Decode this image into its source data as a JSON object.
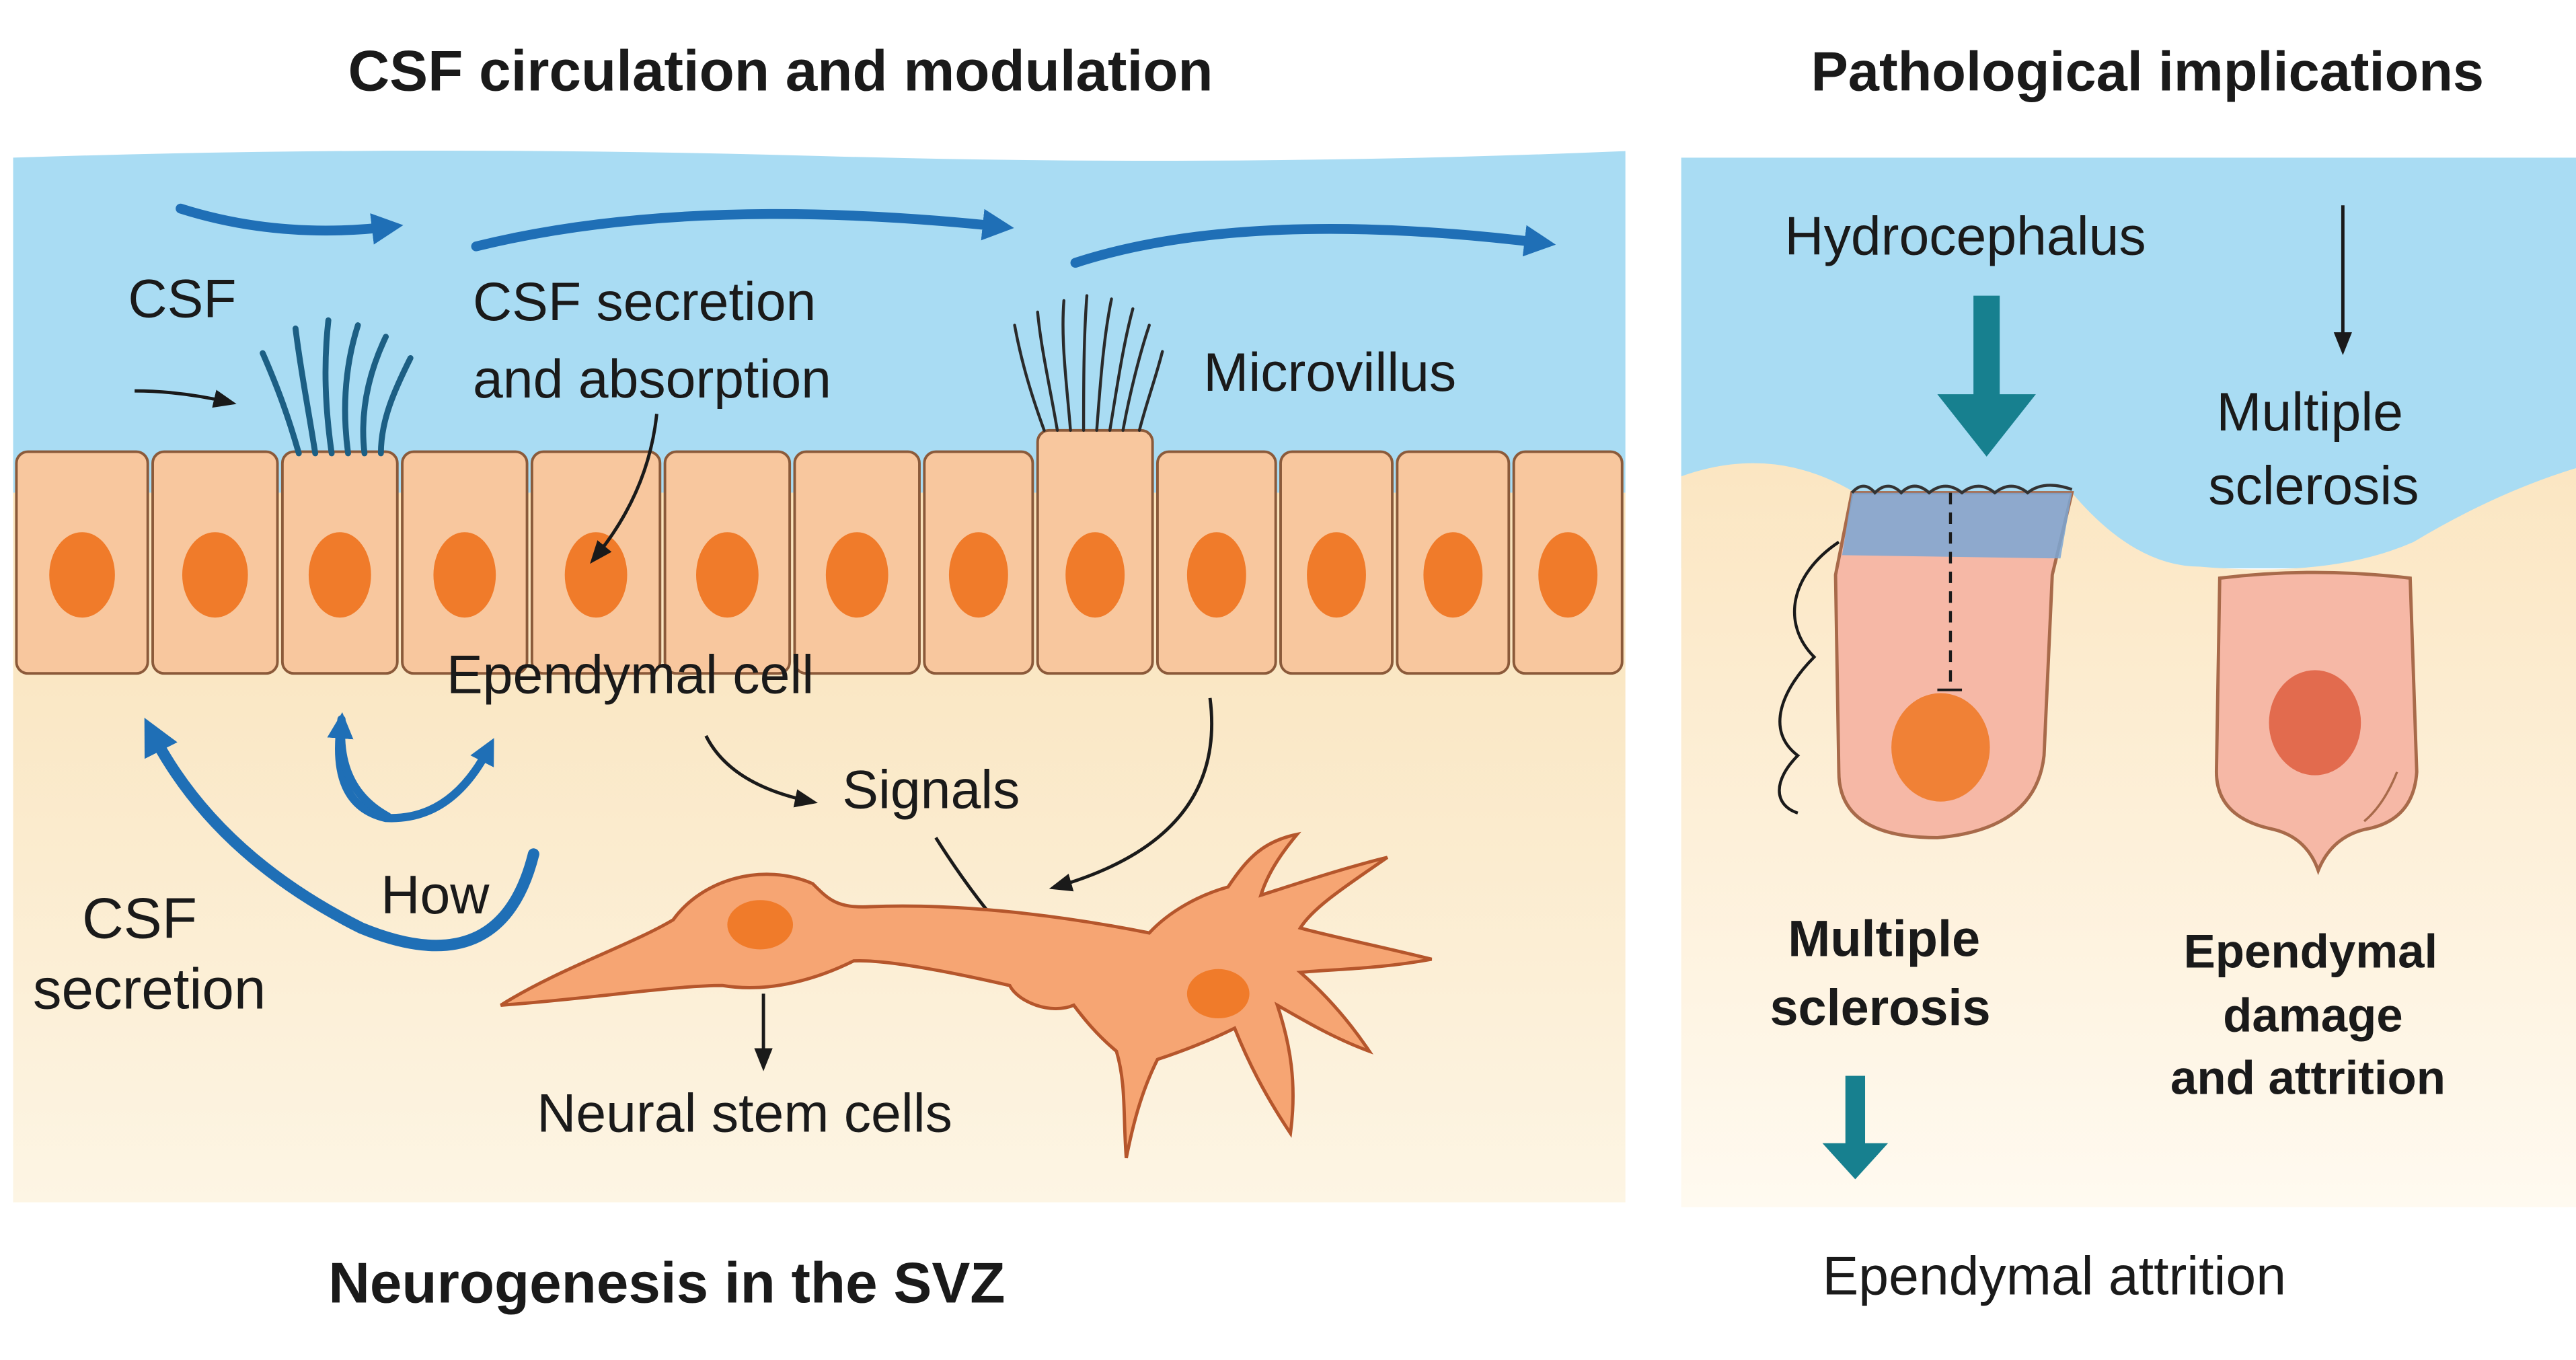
{
  "left_panel": {
    "top_title": "CSF circulation and modulation",
    "bottom_title": "Neurogenesis in the SVZ",
    "labels": {
      "csf": "CSF",
      "secretion_line1": "CSF secretion",
      "secretion_line2": "and absorption",
      "microvillus": "Microvillus",
      "ependymal_cell": "Ependymal cell",
      "signals": "Signals",
      "how": "How",
      "csf_secretion_line1": "CSF",
      "csf_secretion_line2": "secretion",
      "neural_stem_cells": "Neural stem cells"
    }
  },
  "right_panel": {
    "title": "Pathological implications",
    "labels": {
      "hydrocephalus": "Hydrocephalus",
      "ms_top_line1": "Multiple",
      "ms_top_line2": "sclerosis",
      "ms_bottom_line1": "Multiple",
      "ms_bottom_line2": "sclerosis",
      "damage_line1": "Ependymal",
      "damage_line2": "damage",
      "damage_line3": "and attrition",
      "attrition": "Ependymal attrition"
    }
  },
  "colors": {
    "csf_blue": "#a9dcf3",
    "tissue_cream": "#fbe9c6",
    "cell_fill": "#f8c79e",
    "nucleus": "#f07b2a",
    "flow_arrow": "#1f6fb6",
    "teal_arrow": "#17808f",
    "damaged_cell": "#f6b8a6"
  }
}
